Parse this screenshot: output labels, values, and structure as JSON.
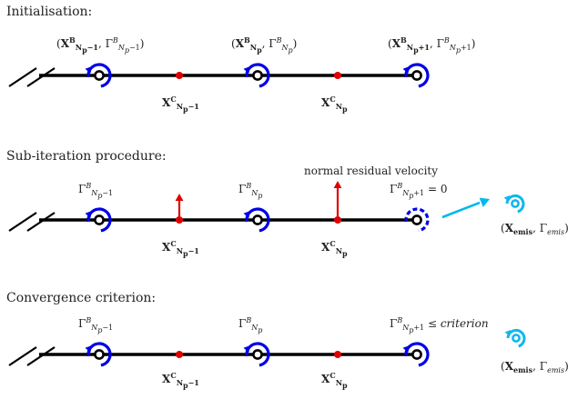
{
  "sections": [
    {
      "title": "Initialisation:",
      "labels": [
        {
          "id": "a1",
          "html": "(<b>X</b><sup><b>B</b></sup><sub><b>N<sub>p</sub>−1</b></sub>, Γ<sup><i>B</i></sup><sub><i>N<sub>p</sub></i>−1</sub>)"
        },
        {
          "id": "a2",
          "html": "(<b>X</b><sup><b>B</b></sup><sub><b>N<sub>p</sub></b></sub>, Γ<sup><i>B</i></sup><sub><i>N<sub>p</sub></i></sub>)"
        },
        {
          "id": "a3",
          "html": "(<b>X</b><sup><b>B</b></sup><sub><b>N<sub>p</sub>+1</b></sub>, Γ<sup><i>B</i></sup><sub><i>N<sub>p</sub></i>+1</sub>)"
        },
        {
          "id": "c1",
          "html": "<b>X</b><sup><b>C</b></sup><sub><b>N<sub>p</sub>−1</b></sub>"
        },
        {
          "id": "c2",
          "html": "<b>X</b><sup><b>C</b></sup><sub><b>N<sub>p</sub></b></sub>"
        }
      ]
    },
    {
      "title": "Sub-iteration procedure:",
      "labels": [
        {
          "id": "g1",
          "html": "Γ<sup><i>B</i></sup><sub><i>N<sub>p</sub></i>−1</sub>"
        },
        {
          "id": "g2",
          "html": "Γ<sup><i>B</i></sup><sub><i>N<sub>p</sub></i></sub>"
        },
        {
          "id": "g3",
          "html": "Γ<sup><i>B</i></sup><sub><i>N<sub>p</sub></i>+1</sub> = 0"
        },
        {
          "id": "nrv",
          "html": "normal residual velocity"
        },
        {
          "id": "c1",
          "html": "<b>X</b><sup><b>C</b></sup><sub><b>N<sub>p</sub>−1</b></sub>"
        },
        {
          "id": "c2",
          "html": "<b>X</b><sup><b>C</b></sup><sub><b>N<sub>p</sub></b></sub>"
        },
        {
          "id": "emis",
          "html": "(<b>X<sub>emis</sub></b>, Γ<sub><i>emis</i></sub>)"
        }
      ]
    },
    {
      "title": "Convergence criterion:",
      "labels": [
        {
          "id": "g1",
          "html": "Γ<sup><i>B</i></sup><sub><i>N<sub>p</sub></i>−1</sub>"
        },
        {
          "id": "g2",
          "html": "Γ<sup><i>B</i></sup><sub><i>N<sub>p</sub></i></sub>"
        },
        {
          "id": "g3",
          "html": "Γ<sup><i>B</i></sup><sub><i>N<sub>p</sub></i>+1</sub> ≤ <i>criterion</i>"
        },
        {
          "id": "c1",
          "html": "<b>X</b><sup><b>C</b></sup><sub><b>N<sub>p</sub>−1</b></sub>"
        },
        {
          "id": "c2",
          "html": "<b>X</b><sup><b>C</b></sup><sub><b>N<sub>p</sub></b></sub>"
        },
        {
          "id": "emis",
          "html": "(<b>X<sub>emis</sub></b>, Γ<sub><i>emis</i></sub>)"
        }
      ]
    }
  ],
  "colors": {
    "line": "#000000",
    "vortex": "#0000e6",
    "control_point": "#e00000",
    "residual_arrow": "#e00000",
    "emission_arrow": "#00b7f0",
    "emitted_vortex": "#10b6f0"
  }
}
